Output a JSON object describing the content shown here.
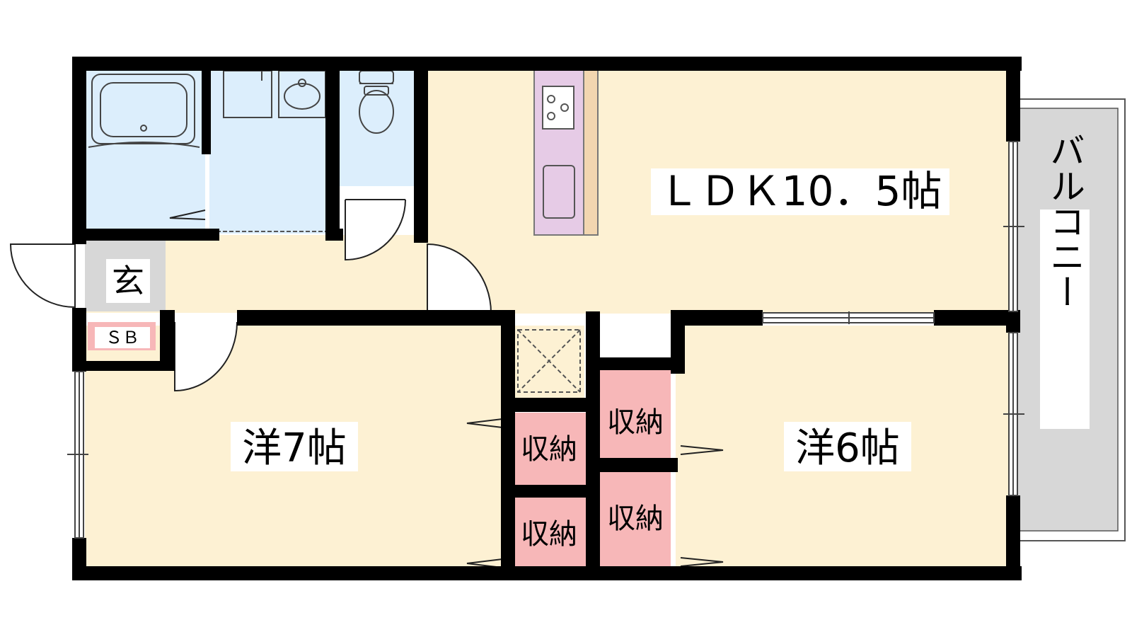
{
  "rooms": {
    "ldk": "ＬＤＫ10．5帖",
    "western7": "洋7帖",
    "western6": "洋6帖",
    "entrance": "玄",
    "shoe_box": "ＳＢ",
    "balcony": "バルコニー"
  },
  "storage": {
    "closet_a": "収納",
    "closet_b": "収納",
    "closet_c": "収納",
    "closet_d": "収納"
  },
  "colors": {
    "wall": "#000000",
    "room": "#fdf1d3",
    "wet_area": "#dceefc",
    "storage": "#f7b7b8",
    "entrance": "#d7d7d7",
    "kitchen": "#e6cbe6",
    "counter": "#f2d6b0",
    "balcony": "#d7d7d7"
  }
}
